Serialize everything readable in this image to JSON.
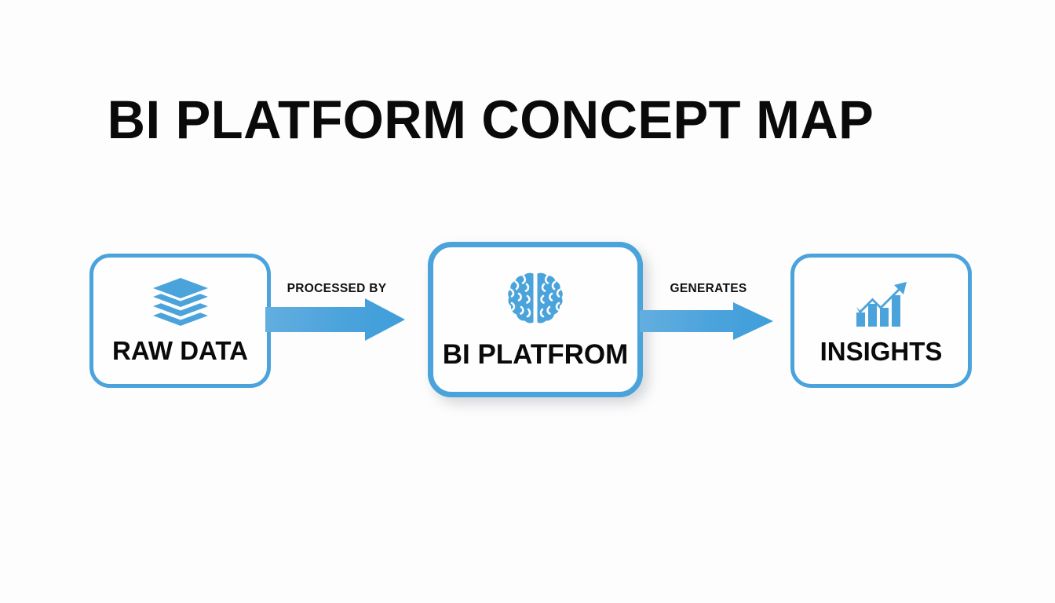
{
  "title": "BI PLATFORM CONCEPT MAP",
  "colors": {
    "accent_blue": "#4ba3dc",
    "arrow_blue": "#4ba3dc",
    "text_black": "#0a0a0a",
    "background": "#fdfdfd",
    "card_fill": "#fefefe"
  },
  "nodes": [
    {
      "id": "raw-data",
      "label": "RAW DATA",
      "icon": "layers-stack-icon",
      "emphasis": "normal"
    },
    {
      "id": "bi-platform",
      "label": "BI PLATFROM",
      "icon": "brain-icon",
      "emphasis": "highlighted"
    },
    {
      "id": "insights",
      "label": "INSIGHTS",
      "icon": "bar-chart-growth-icon",
      "emphasis": "normal"
    }
  ],
  "connectors": [
    {
      "id": "processed-by",
      "label": "PROCESSED BY",
      "from": "raw-data",
      "to": "bi-platform",
      "icon": "right-block-arrow-icon"
    },
    {
      "id": "generates",
      "label": "GENERATES",
      "from": "bi-platform",
      "to": "insights",
      "icon": "right-block-arrow-icon"
    }
  ]
}
